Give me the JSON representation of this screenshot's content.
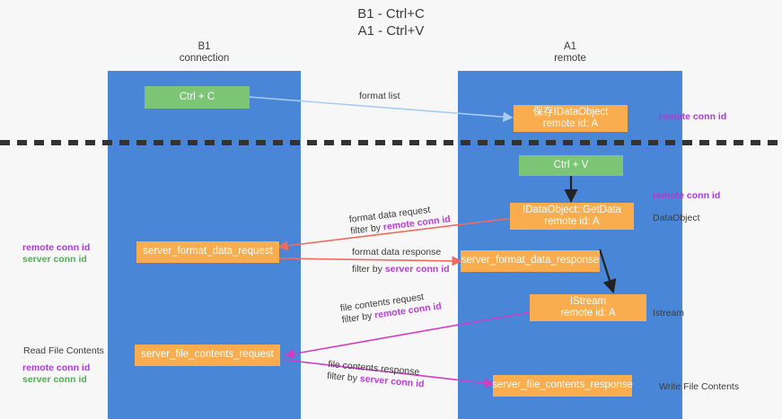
{
  "title": "B1 - Ctrl+C\nA1 - Ctrl+V",
  "lanes": [
    {
      "id": "b1",
      "caption": "B1\nconnection",
      "color": "#4a86d8"
    },
    {
      "id": "a1",
      "caption": "A1\nremote",
      "color": "#4a86d8"
    }
  ],
  "colors": {
    "lane": "#4a86d8",
    "green_node": "#7cc576",
    "orange_node": "#f9ad4e",
    "remote_conn_id": "#a63fce",
    "server_conn_id": "#4faf52",
    "arrow_blue": "#a8cdf0",
    "arrow_red": "#ef6b60",
    "arrow_magenta": "#cf3fc4",
    "arrow_black": "#222222",
    "text": "#3c3c3c"
  },
  "nodes": [
    {
      "key": "ctrl_c",
      "label": "Ctrl + C",
      "style": "green"
    },
    {
      "key": "save_idataobject",
      "label": "保存IDataObject\nremote id: A",
      "style": "orange"
    },
    {
      "key": "ctrl_v",
      "label": "Ctrl + V",
      "style": "green"
    },
    {
      "key": "getdata",
      "label": "IDataObject::GetData\nremote id: A",
      "style": "orange"
    },
    {
      "key": "server_fmt_req",
      "label": "server_format_data_request",
      "style": "orange"
    },
    {
      "key": "server_fmt_resp",
      "label": "server_format_data_response",
      "style": "orange"
    },
    {
      "key": "istream",
      "label": "IStream\nremote id: A",
      "style": "orange"
    },
    {
      "key": "server_file_req",
      "label": "server_file_contents_request",
      "style": "orange"
    },
    {
      "key": "server_file_resp",
      "label": "server_file_contents_response",
      "style": "orange"
    }
  ],
  "edge_labels": {
    "format_list": "format list",
    "format_data_request": "format data request",
    "format_data_request_filter_prefix": "filter by ",
    "format_data_request_filter_key": "remote conn id",
    "format_data_response": "format data response",
    "format_data_response_filter_prefix": "filter by ",
    "format_data_response_filter_key": "server conn id",
    "file_contents_request": "file contents request",
    "file_contents_request_filter_prefix": "filter by ",
    "file_contents_request_filter_key": "remote conn id",
    "file_contents_response": "file contents response",
    "file_contents_response_filter_prefix": "filter by ",
    "file_contents_response_filter_key": "server conn id"
  },
  "side_labels": {
    "right_remote_conn_id_top": "remote conn id",
    "right_remote_conn_id_mid": "remote conn id",
    "right_dataobject": "DataObject",
    "right_istream": "Istream",
    "right_write_file_contents": "Write File Contents",
    "left_remote_conn_id_mid": "remote conn id",
    "left_server_conn_id_mid": "server conn id",
    "left_read_file_contents": "Read File Contents",
    "left_remote_conn_id_bottom": "remote conn id",
    "left_server_conn_id_bottom": "server conn id"
  }
}
